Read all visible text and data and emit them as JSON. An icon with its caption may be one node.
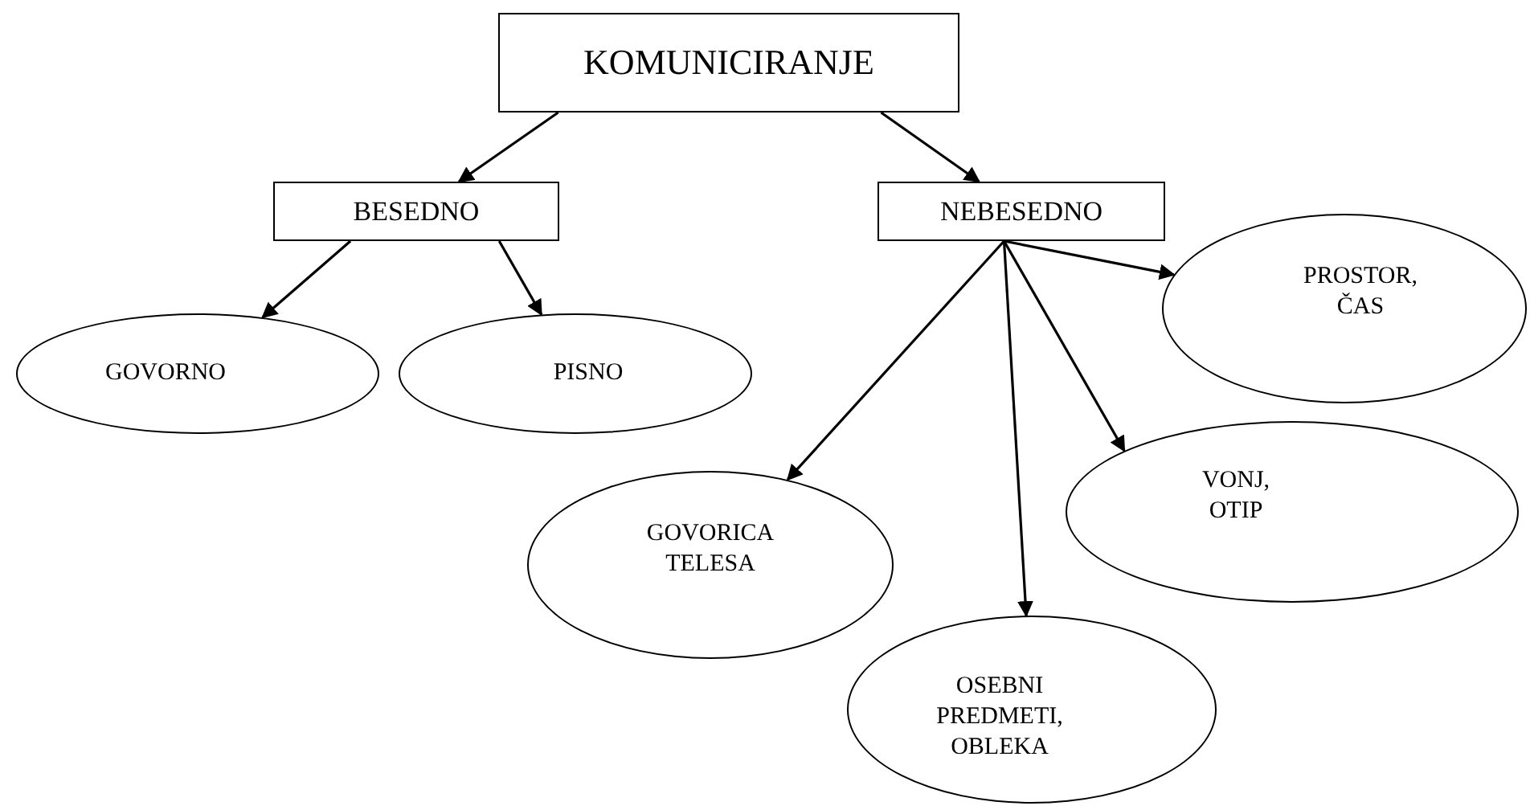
{
  "diagram": {
    "nodes": [
      {
        "text": [
          "KOMUNICIRANJE"
        ]
      },
      {
        "text": [
          "BESEDNO"
        ]
      },
      {
        "text": [
          "NEBESEDNO"
        ]
      },
      {
        "text": [
          "GOVORNO"
        ]
      },
      {
        "text": [
          "PISNO"
        ]
      },
      {
        "text": [
          "PROSTOR, ČAS"
        ]
      },
      {
        "text": [
          "VONJ, OTIP"
        ]
      },
      {
        "text": [
          "GOVORICA TELESA"
        ]
      },
      {
        "text": [
          "OSEBNI PREDMETI, OBLEKA"
        ]
      }
    ],
    "edges": [
      {
        "from": 0,
        "to": 1,
        "arrow": "to"
      },
      {
        "from": 0,
        "to": 2,
        "arrow": "to"
      },
      {
        "from": 1,
        "to": 3,
        "arrow": "to"
      },
      {
        "from": 1,
        "to": 4,
        "arrow": "to"
      },
      {
        "from": 2,
        "to": 7,
        "arrow": "to"
      },
      {
        "from": 2,
        "to": 8,
        "arrow": "to"
      },
      {
        "from": 2,
        "to": 6,
        "arrow": "to"
      },
      {
        "from": 2,
        "to": 5,
        "arrow": "to"
      }
    ]
  }
}
